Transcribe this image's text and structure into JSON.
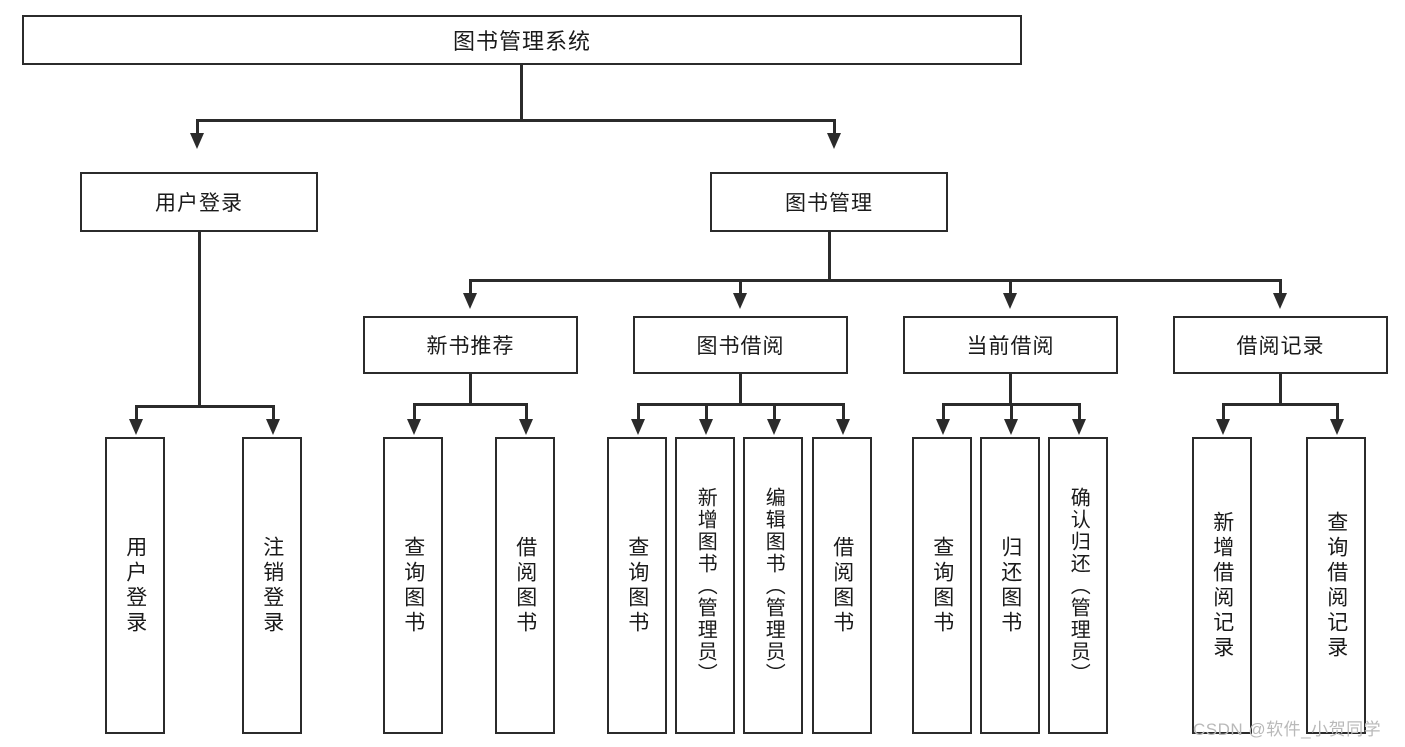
{
  "diagram": {
    "title": "图书管理系统",
    "type": "功能结构图",
    "root": {
      "label": "图书管理系统"
    },
    "level1": [
      {
        "label": "用户登录"
      },
      {
        "label": "图书管理"
      }
    ],
    "level2": [
      {
        "label": "新书推荐"
      },
      {
        "label": "图书借阅"
      },
      {
        "label": "当前借阅"
      },
      {
        "label": "借阅记录"
      }
    ],
    "leaves": {
      "user_login": [
        {
          "label": "用户登录"
        },
        {
          "label": "注销登录"
        }
      ],
      "new_book_recommend": [
        {
          "label": "查询图书"
        },
        {
          "label": "借阅图书"
        }
      ],
      "book_borrow": [
        {
          "label": "查询图书"
        },
        {
          "label": "新增图书（管理员）"
        },
        {
          "label": "编辑图书（管理员）"
        },
        {
          "label": "借阅图书"
        }
      ],
      "current_borrow": [
        {
          "label": "查询图书"
        },
        {
          "label": "归还图书"
        },
        {
          "label": "确认归还（管理员）"
        }
      ],
      "borrow_record": [
        {
          "label": "新增借阅记录"
        },
        {
          "label": "查询借阅记录"
        }
      ]
    }
  },
  "watermark": {
    "text": "CSDN @软件_小贺同学"
  },
  "colors": {
    "stroke": "#2b2b2b",
    "fill": "#ffffff",
    "text": "#1a1a1a",
    "watermark": "#b9b9b9"
  }
}
